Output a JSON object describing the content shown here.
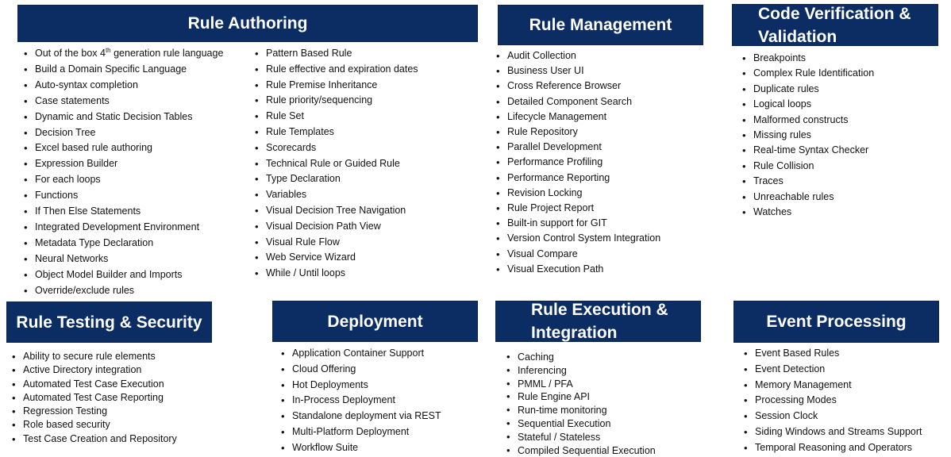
{
  "rule_authoring": {
    "title": "Rule Authoring",
    "col1": [
      "Out of the box 4th generation rule language",
      "Build a Domain Specific Language",
      "Auto-syntax completion",
      "Case statements",
      "Dynamic and Static Decision Tables",
      "Decision Tree",
      "Excel based rule authoring",
      "Expression Builder",
      "For each loops",
      "Functions",
      "If Then Else Statements",
      "Integrated Development Environment",
      "Metadata Type Declaration",
      "Neural Networks",
      "Object Model Builder and Imports",
      "Override/exclude rules"
    ],
    "col1_first": {
      "pre": "Out of the box 4",
      "sup": "th",
      "post": " generation rule language"
    },
    "col2": [
      "Pattern Based Rule",
      "Rule effective and expiration dates",
      "Rule Premise Inheritance",
      "Rule priority/sequencing",
      "Rule Set",
      "Rule Templates",
      "Scorecards",
      "Technical Rule or Guided Rule",
      "Type Declaration",
      "Variables",
      "Visual Decision Tree Navigation",
      "Visual Decision Path View",
      "Visual Rule Flow",
      "Web Service Wizard",
      "While / Until loops"
    ]
  },
  "rule_management": {
    "title": "Rule Management",
    "items": [
      "Audit Collection",
      "Business User UI",
      "Cross Reference Browser",
      "Detailed Component Search",
      "Lifecycle Management",
      "Rule Repository",
      "Parallel Development",
      "Performance Profiling",
      "Performance Reporting",
      "Revision Locking",
      "Rule Project Report",
      "Built-in support for GIT",
      "Version Control System Integration",
      "Visual Compare",
      "Visual Execution Path"
    ]
  },
  "code_verification": {
    "title_line1": "Code Verification &",
    "title_line2": "Validation",
    "items": [
      "Breakpoints",
      "Complex Rule Identification",
      "Duplicate rules",
      "Logical loops",
      "Malformed constructs",
      "Missing rules",
      "Real-time Syntax Checker",
      "Rule Collision",
      "Traces",
      "Unreachable rules",
      "Watches"
    ]
  },
  "rule_testing": {
    "title": "Rule Testing & Security",
    "items": [
      "Ability to secure rule elements",
      "Active Directory integration",
      "Automated Test Case Execution",
      "Automated Test Case Reporting",
      "Regression Testing",
      "Role based security",
      "Test Case Creation and Repository"
    ]
  },
  "deployment": {
    "title": "Deployment",
    "items": [
      "Application Container Support",
      "Cloud Offering",
      "Hot Deployments",
      "In-Process Deployment",
      "Standalone deployment via REST",
      "Multi-Platform Deployment",
      "Workflow Suite"
    ]
  },
  "rule_execution": {
    "title_line1": "Rule Execution &",
    "title_line2": "Integration",
    "items": [
      "Caching",
      "Inferencing",
      "PMML / PFA",
      "Rule Engine API",
      "Run-time monitoring",
      "Sequential Execution",
      "Stateful / Stateless",
      "Compiled Sequential Execution"
    ]
  },
  "event_processing": {
    "title": "Event Processing",
    "items": [
      "Event Based Rules",
      "Event Detection",
      "Memory Management",
      "Processing Modes",
      "Session Clock",
      "Siding Windows and Streams Support",
      "Temporal Reasoning and Operators"
    ]
  },
  "colors": {
    "header_bg": "#0b2d63",
    "header_text": "#ffffff"
  }
}
